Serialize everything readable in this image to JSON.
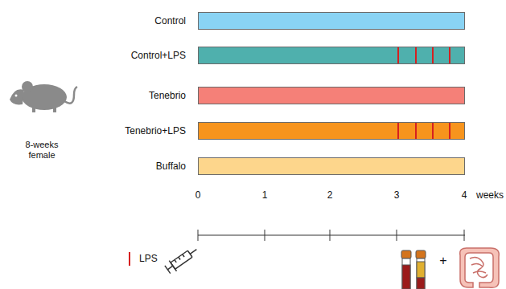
{
  "diagram": {
    "nodes": [
      {
        "text": [
          "Control"
        ]
      },
      {
        "text": [
          "Control+LPS"
        ]
      },
      {
        "text": [
          "Tenebrio"
        ]
      },
      {
        "text": [
          "Tenebrio+LPS"
        ]
      },
      {
        "text": [
          "Buffalo"
        ]
      }
    ],
    "labels": [
      "0",
      "1",
      "2",
      "3",
      "4",
      "weeks",
      "8-weeks female",
      "LPS",
      "+"
    ]
  }
}
